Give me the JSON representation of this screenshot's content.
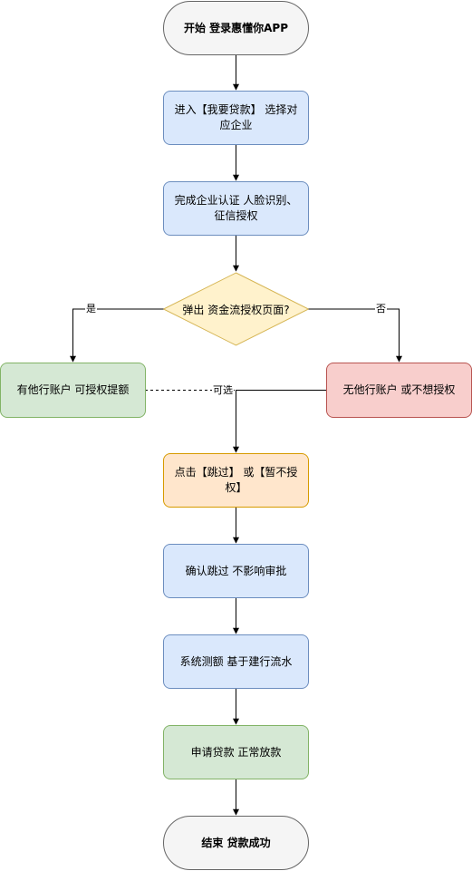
{
  "nodes": {
    "start": "开始 登录惠懂你APP",
    "enter_loan": "进入【我要贷款】 选择对应企业",
    "complete_auth": "完成企业认证 人脸识别、征信授权",
    "decision": "弹出 资金流授权页面?",
    "has_account": "有他行账户 可授权提额",
    "no_account": "无他行账户 或不想授权",
    "click_skip": "点击【跳过】 或【暂不授权】",
    "confirm_skip": "确认跳过 不影响审批",
    "system_eval": "系统测额 基于建行流水",
    "apply_loan": "申请贷款 正常放款",
    "end": "结束 贷款成功"
  },
  "edge_labels": {
    "yes": "是",
    "no": "否",
    "optional": "可选"
  },
  "colors": {
    "terminal_fill": "#f5f5f5",
    "terminal_stroke": "#666666",
    "process_fill": "#dae8fc",
    "process_stroke": "#6c8ebf",
    "decision_fill": "#fff2cc",
    "decision_stroke": "#d6b656",
    "positive_fill": "#d5e8d4",
    "positive_stroke": "#82b366",
    "negative_fill": "#f8cecc",
    "negative_stroke": "#b85450",
    "action_fill": "#ffe6cc",
    "action_stroke": "#d79b00"
  }
}
